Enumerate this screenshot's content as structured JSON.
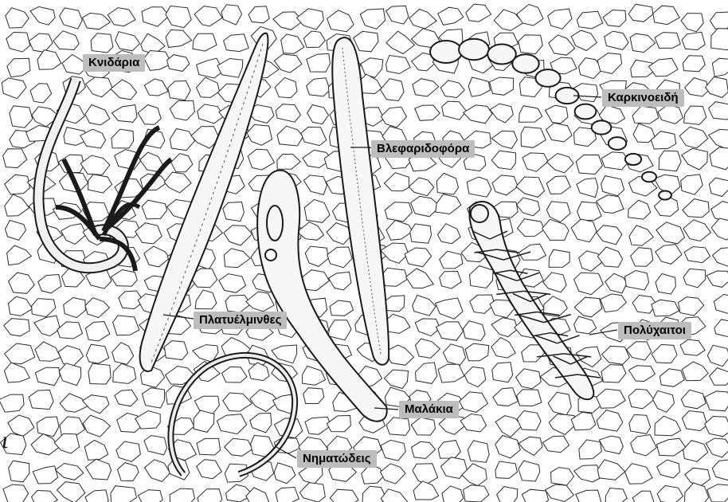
{
  "labels": {
    "cnidaria": "Κνιδάρια",
    "ctenophora": "Βλεφαριδοφόρα",
    "crustacea": "Καρκινοειδή",
    "platyhelminthes": "Πλατυέλμινθες",
    "polychaeta": "Πολύχαιτοι",
    "mollusca": "Μαλάκια",
    "nematoda": "Νηματώδεις"
  },
  "stray_glyph": "ι",
  "colors": {
    "label_bg": "#bdbdbd",
    "stroke": "#1a1a1a",
    "background": "#ffffff"
  }
}
